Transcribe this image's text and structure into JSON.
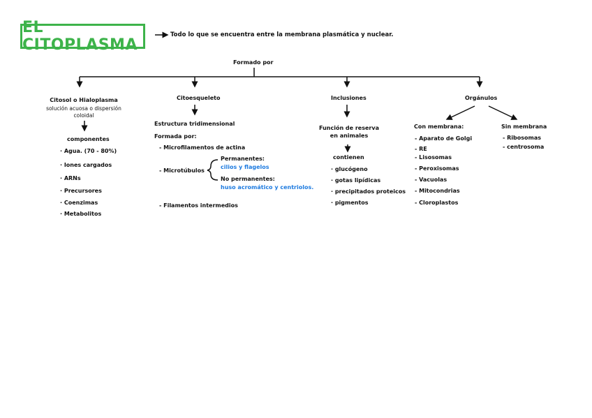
{
  "title": "EL CITOPLASMA",
  "definition": "Todo lo que se encuentra entre la membrana plasmática y nuclear.",
  "formado_por": "Formado por",
  "colors": {
    "accent_green": "#3db34a",
    "blue_text": "#1e7be0",
    "ink": "#111111"
  },
  "branches": {
    "citosol": {
      "title": "Citosol o Hialoplasma",
      "subtitle_line1": "solución acuosa o dispersión",
      "subtitle_line2": "coloidal",
      "componentes": "componentes",
      "items": [
        "· Agua. (70 - 80%)",
        "· Iones cargados",
        "· ARNs",
        "· Precursores",
        "· Coenzimas",
        "· Metabolitos"
      ]
    },
    "citoesqueleto": {
      "title": "Citoesqueleto",
      "estructura": "Estructura tridimensional",
      "formada_por": "Formada por:",
      "microfilamentos": "- Microfilamentos de actina",
      "microtubulos": "- Microtúbulos",
      "permanentes_label": "Permanentes:",
      "permanentes_value": "cilios y flagelos",
      "no_permanentes_label": "No permanentes:",
      "no_permanentes_value": "huso acromático y centriolos.",
      "filamentos": "- Filamentos intermedios"
    },
    "inclusiones": {
      "title": "Inclusiones",
      "funcion_line1": "Función de reserva",
      "funcion_line2": "en animales",
      "contienen": "contienen",
      "items": [
        "· glucógeno",
        "· gotas lipídicas",
        "· precipitados proteicos",
        "· pigmentos"
      ]
    },
    "organulos": {
      "title": "Orgánulos",
      "con_membrana": "Con membrana:",
      "con_items": [
        "- Aparato de Golgi",
        "- RE",
        "- Lisosomas",
        "- Peroxisomas",
        "- Vacuolas",
        "- Mitocondrias",
        "- Cloroplastos"
      ],
      "sin_membrana": "Sin membrana",
      "sin_items": [
        "- Ribosomas",
        "- centrosoma"
      ]
    }
  }
}
